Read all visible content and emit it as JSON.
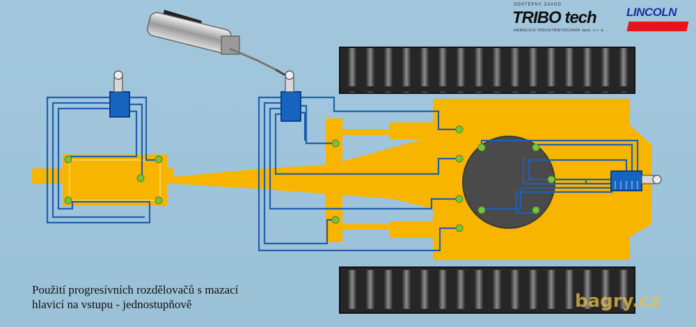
{
  "caption": {
    "line1": "Použití progresívních rozdělovačů s mazací",
    "line2": "hlavicí na vstupu - jednostupňově"
  },
  "logos": {
    "tribotech_top": "ODSTEPNY ZAVOD",
    "tribotech_name": "TRIBO tech",
    "tribotech_sub": "HENNLICH INDUSTRIETECHNIK spol. s r. o.",
    "lincoln": "LINCOLN"
  },
  "watermark": "bagry.cz",
  "colors": {
    "background": "#9dc3da",
    "machine": "#f7b500",
    "lines": "#1f5fb0",
    "divider_block": "#1565c0",
    "lube_point": "#7cc13e",
    "turntable": "#4a4a4a",
    "track": "#2a2a2a",
    "lincoln_red": "#e3161b",
    "lincoln_blue": "#1a2fa0"
  },
  "icons": {
    "grease_gun": "grease-gun-icon",
    "grease_fitting": "grease-nipple-icon"
  }
}
